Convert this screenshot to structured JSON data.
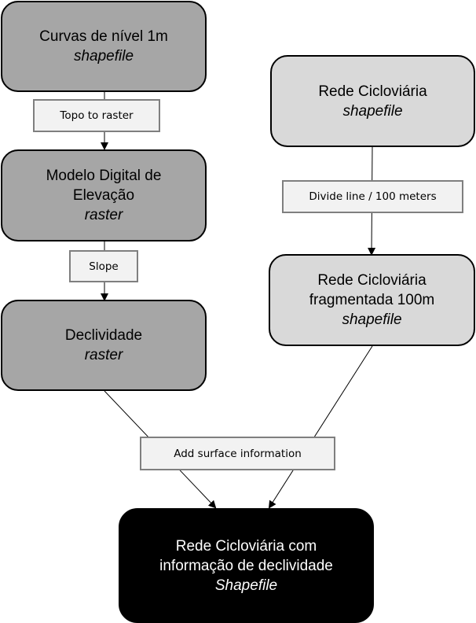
{
  "nodes": {
    "curvas": {
      "title": "Curvas de nível 1m",
      "type": "shapefile"
    },
    "mde": {
      "title_line1": "Modelo Digital de",
      "title_line2": "Elevação",
      "type": "raster"
    },
    "declividade": {
      "title": "Declividade",
      "type": "raster"
    },
    "rede": {
      "title": "Rede Cicloviária",
      "type": "shapefile"
    },
    "rede_frag": {
      "title_line1": "Rede Cicloviária",
      "title_line2": "fragmentada 100m",
      "type": "shapefile"
    },
    "resultado": {
      "title_line1": "Rede Cicloviária com",
      "title_line2": "informação de declividade",
      "type": "Shapefile"
    }
  },
  "processes": {
    "topo_to_raster": "Topo to raster",
    "slope": "Slope",
    "divide_line": "Divide line / 100 meters",
    "add_surface": "Add surface information"
  },
  "colors": {
    "input_raster_fill": "#a6a6a6",
    "vector_fill": "#d9d9d9",
    "output_fill": "#000000",
    "process_fill": "#f2f2f2",
    "process_border": "#7f7f7f"
  }
}
